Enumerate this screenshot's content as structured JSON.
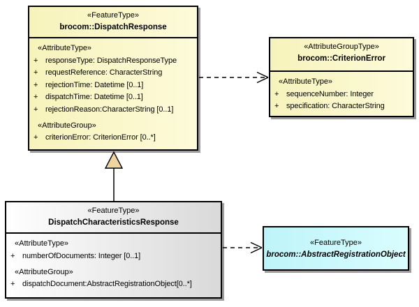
{
  "diagram": {
    "background_color": "#FFFFFF",
    "boxes": {
      "dispatch_response": {
        "stereotype": "«FeatureType»",
        "name": "brocom::DispatchResponse",
        "fill_start": "#F7F3BC",
        "fill_end": "#FDFBDA",
        "sections": [
          {
            "header": "«AttributeType»",
            "rows": [
              {
                "vis": "+",
                "text": "responseType: DispatchResponseType"
              },
              {
                "vis": "+",
                "text": "requestReference: CharacterString"
              },
              {
                "vis": "+",
                "text": "rejectionTime: Datetime [0..1]"
              },
              {
                "vis": "+",
                "text": "dispatchTime: Datetime [0..1]"
              },
              {
                "vis": "+",
                "text": "rejectionReason:CharacterString [0..1]"
              }
            ]
          },
          {
            "header": "«AttributeGroup»",
            "rows": [
              {
                "vis": "+",
                "text": "criterionError: CriterionError [0..*]"
              }
            ]
          }
        ]
      },
      "criterion_error": {
        "stereotype": "«AttributeGroupType»",
        "name": "brocom::CriterionError",
        "fill_start": "#F7F3BC",
        "fill_end": "#FDFBDA",
        "sections": [
          {
            "header": "«AttributeType»",
            "rows": [
              {
                "vis": "+",
                "text": "sequenceNumber: Integer"
              },
              {
                "vis": "+",
                "text": "specification: CharacterString"
              }
            ]
          }
        ]
      },
      "dispatch_characteristics_response": {
        "stereotype": "«FeatureType»",
        "name": "DispatchCharacteristicsResponse",
        "fill_start": "#FFFFFF",
        "fill_end": "#D9D9D9",
        "sections": [
          {
            "header": "«AttributeType»",
            "rows": [
              {
                "vis": "+",
                "text": "numberOfDocuments: Integer [0..1]"
              }
            ]
          },
          {
            "header": "«AttributeGroup»",
            "rows": [
              {
                "vis": "+",
                "text": "dispatchDocument:AbstractRegistrationObject[0..*]"
              }
            ]
          }
        ]
      },
      "abstract_registration_object": {
        "stereotype": "«FeatureType»",
        "name": "brocom::AbstractRegistrationObject",
        "abstract": true,
        "fill_start": "#BEF4F9",
        "fill_end": "#DAFDFF"
      }
    },
    "connectors": {
      "generalization": {
        "type": "generalization",
        "from": "DispatchCharacteristicsResponse",
        "to": "brocom::DispatchResponse",
        "line_style": "solid",
        "arrow_fill": "#EFD6A0"
      },
      "dependency_criterion_error": {
        "type": "dependency",
        "from": "brocom::DispatchResponse",
        "to": "brocom::CriterionError",
        "line_style": "dashed"
      },
      "dependency_abstract_registration_object": {
        "type": "dependency",
        "from": "DispatchCharacteristicsResponse",
        "to": "brocom::AbstractRegistrationObject",
        "line_style": "dashed"
      }
    }
  }
}
